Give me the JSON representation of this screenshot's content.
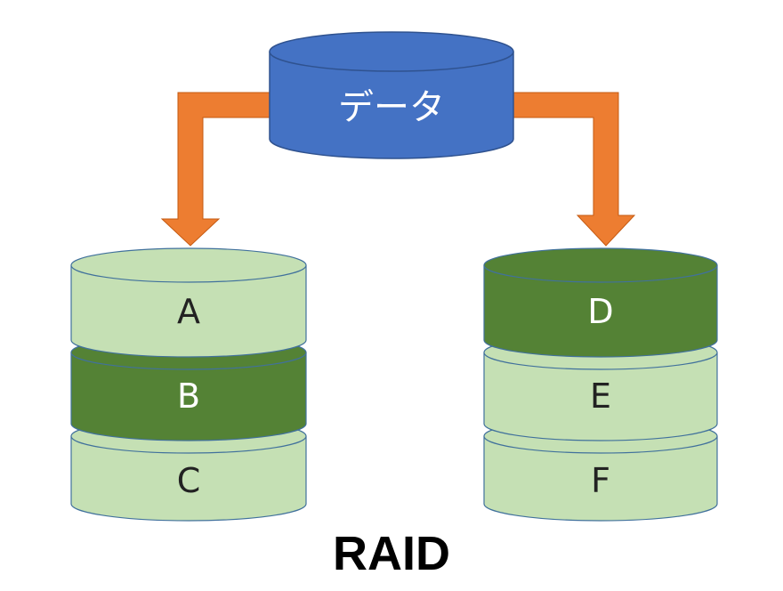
{
  "source": {
    "label": "データ"
  },
  "left_stack": {
    "disks": [
      {
        "label": "A",
        "style": "light"
      },
      {
        "label": "B",
        "style": "dark"
      },
      {
        "label": "C",
        "style": "light"
      }
    ]
  },
  "right_stack": {
    "disks": [
      {
        "label": "D",
        "style": "dark"
      },
      {
        "label": "E",
        "style": "light"
      },
      {
        "label": "F",
        "style": "light"
      }
    ]
  },
  "title": "RAID",
  "colors": {
    "source_fill": "#4472C4",
    "source_stroke": "#2F528F",
    "arrow_fill": "#ED7D31",
    "arrow_stroke": "#C55A11",
    "disk_light": "#C5E0B4",
    "disk_dark": "#548235",
    "disk_stroke": "#41719C"
  }
}
